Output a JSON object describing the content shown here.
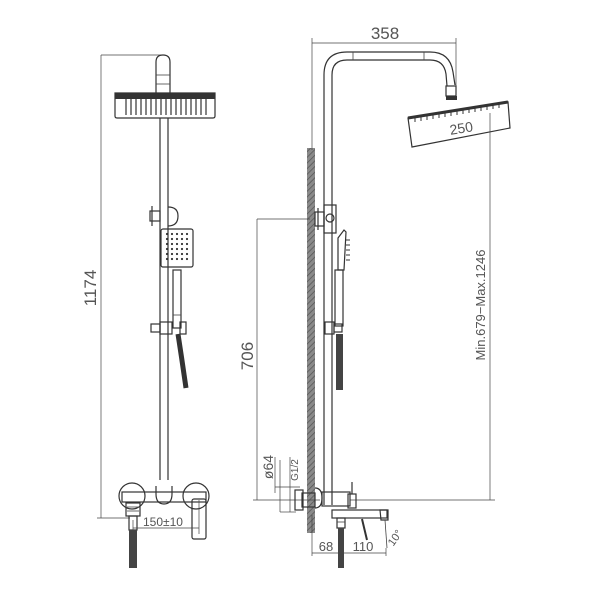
{
  "diagram": {
    "type": "technical-drawing",
    "subject": "shower column with overhead rain shower, hand shower and bath mixer",
    "front_view": {
      "dim_total_height": "1174",
      "dim_inlet_spacing": "150±10"
    },
    "side_view": {
      "dim_arm_reach": "358",
      "dim_head_width": "250",
      "dim_adjust_range": "Min.679−Max.1246",
      "dim_bracket_height": "706",
      "dim_flange_diameter": "ø64",
      "dim_thread": "G1/2",
      "dim_wall_offset": "68",
      "dim_spout_length": "110",
      "dim_spout_angle": "10°"
    },
    "colors": {
      "line": "#333333",
      "label": "#555555",
      "wall_hatch": "#777777",
      "background": "#ffffff"
    }
  }
}
